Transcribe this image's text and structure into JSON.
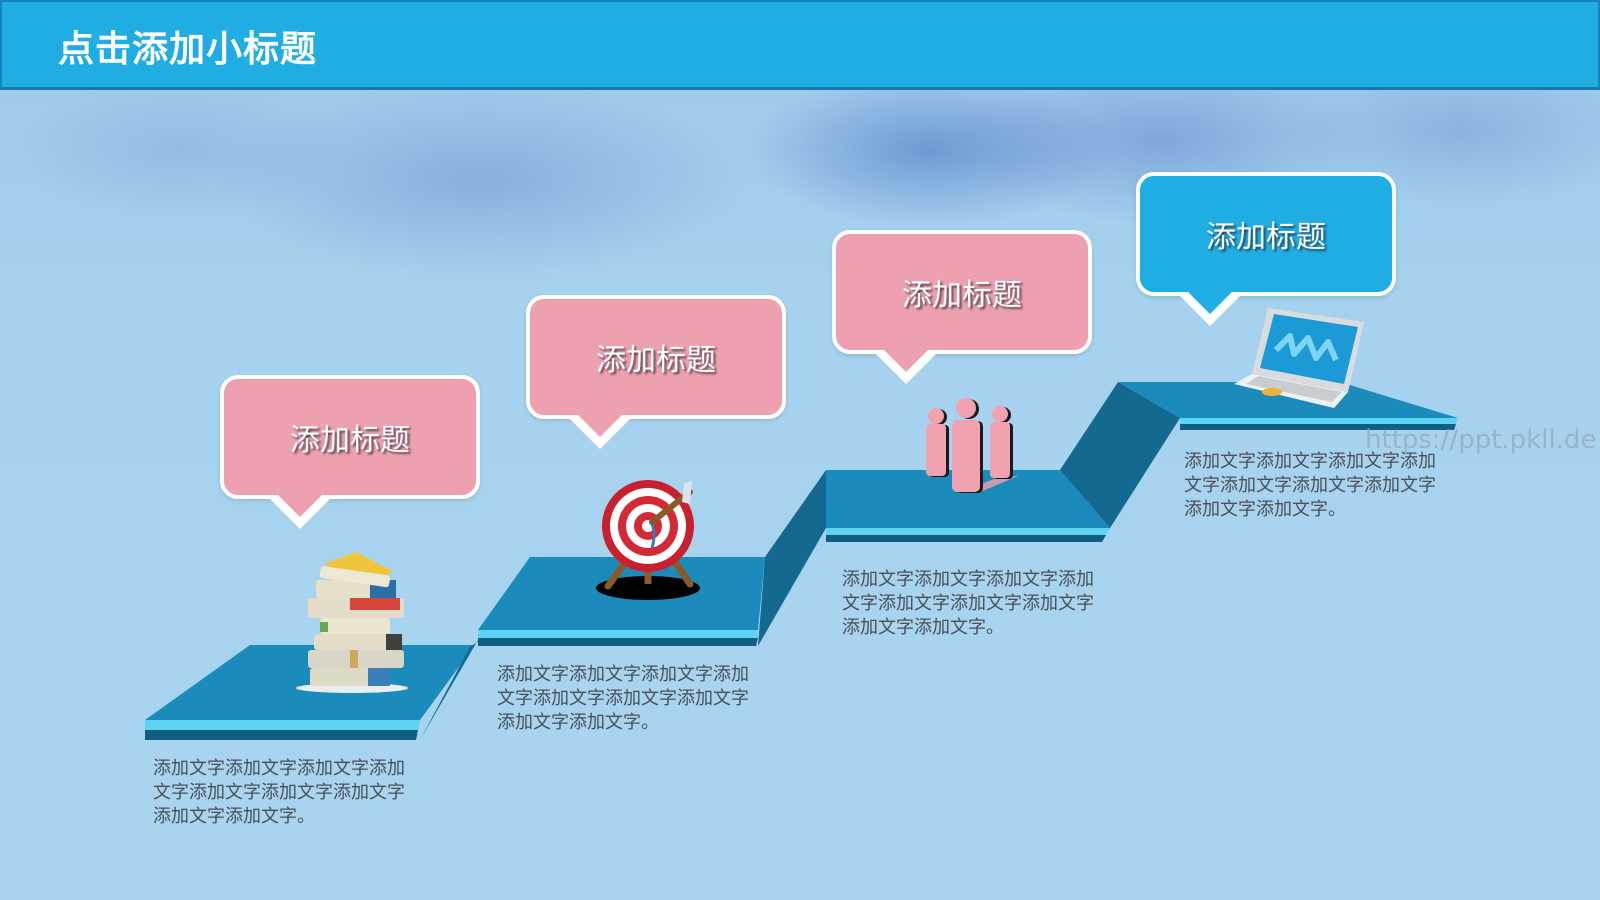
{
  "header": {
    "title": "点击添加小标题",
    "bar_color": "#1fade3"
  },
  "steps": [
    {
      "title": "添加标题",
      "bubble_color": "#eda1b0",
      "icon": "books-stack-icon",
      "description": "添加文字添加文字添加文字添加文字添加文字添加文字添加文字添加文字添加文字。"
    },
    {
      "title": "添加标题",
      "bubble_color": "#eda1b0",
      "icon": "target-arrow-icon",
      "description": "添加文字添加文字添加文字添加文字添加文字添加文字添加文字添加文字添加文字。"
    },
    {
      "title": "添加标题",
      "bubble_color": "#eda1b0",
      "icon": "people-group-icon",
      "description": "添加文字添加文字添加文字添加文字添加文字添加文字添加文字添加文字添加文字。"
    },
    {
      "title": "添加标题",
      "bubble_color": "#1eaee4",
      "icon": "laptop-chart-icon",
      "description": "添加文字添加文字添加文字添加文字添加文字添加文字添加文字添加文字添加文字。"
    }
  ],
  "colors": {
    "stair_top": "#1a8bba",
    "stair_riser": "#13698f",
    "stair_edge": "#5fd4f2",
    "text": "#4a4e55"
  },
  "watermark": "https://ppt.pkll.de"
}
